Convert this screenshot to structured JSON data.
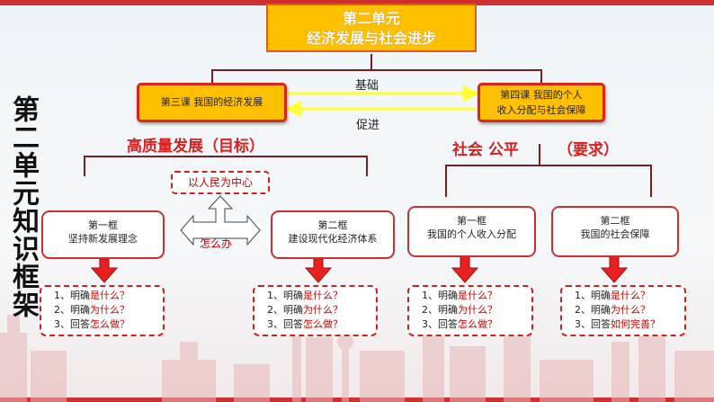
{
  "side_title": "第二单元知识框架",
  "unit": {
    "line1": "第二单元",
    "line2": "经济发展与社会进步"
  },
  "lessons": {
    "left": "第三课   我国的经济发展",
    "right_line1": "第四课   我国的个人",
    "right_line2": "收入分配与社会保障"
  },
  "links": {
    "top": "基础",
    "bottom": "促进"
  },
  "goals": {
    "left": "高质量发展（目标）",
    "right_a": "社会  公平",
    "right_b": "（要求）"
  },
  "center": {
    "label": "以人民为中心",
    "howto": "怎么办"
  },
  "frames": [
    {
      "line1": "第一框",
      "line2": "坚持新发展理念"
    },
    {
      "line1": "第二框",
      "line2": "建设现代化经济体系"
    },
    {
      "line1": "第一框",
      "line2": "我国的个人收入分配"
    },
    {
      "line1": "第二框",
      "line2": "我国的社会保障"
    }
  ],
  "questions": [
    {
      "q1a": "1、明确",
      "q1b": "是什么？",
      "q2a": "2、明确",
      "q2b": "为什么？",
      "q3a": "3、回答",
      "q3b": "怎么做？"
    },
    {
      "q1a": "1、明确",
      "q1b": "是什么？",
      "q2a": "2、明确",
      "q2b": "为什么？",
      "q3a": "3、回答",
      "q3b": "怎么做？"
    },
    {
      "q1a": "1、明确",
      "q1b": "是什么？",
      "q2a": "2、明确",
      "q2b": "为什么？",
      "q3a": "3、回答",
      "q3b": "怎么做？"
    },
    {
      "q1a": "1、明确",
      "q1b": "是什么？",
      "q2a": "2、明确",
      "q2b": "为什么？",
      "q3a": "3、回答",
      "q3b": "如何完善？"
    }
  ],
  "colors": {
    "accent_red": "#d42020",
    "box_yellow": "#ffc000"
  }
}
